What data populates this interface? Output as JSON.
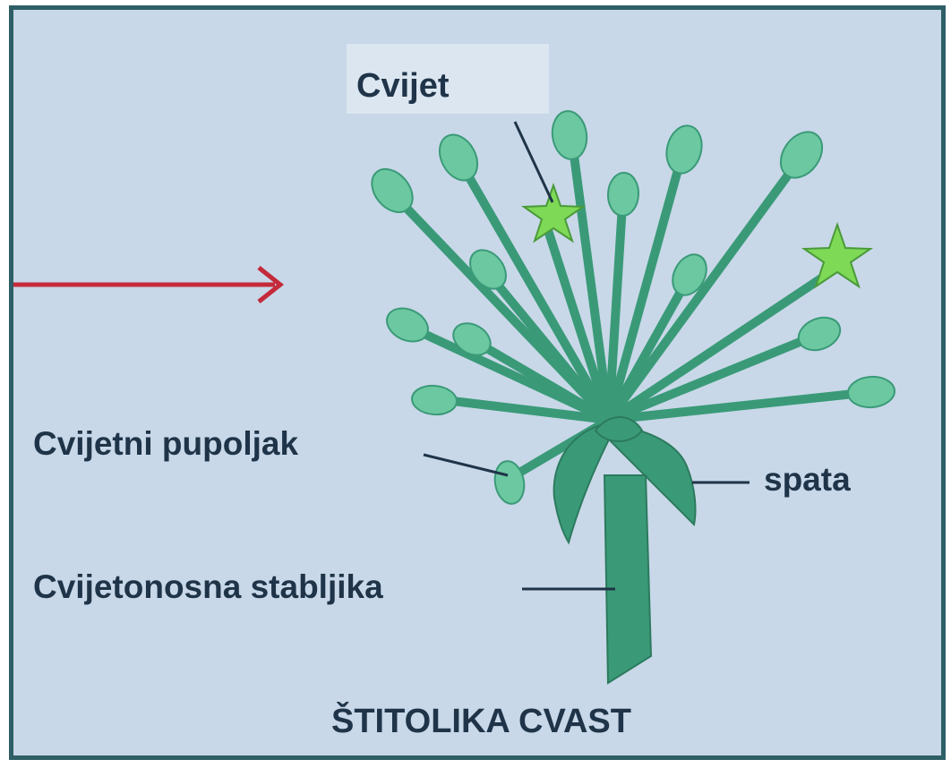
{
  "labels": {
    "flower": "Cvijet",
    "flower_bud": "Cvijetni  pupoljak",
    "spathe": "spata",
    "peduncle": "Cvijetonosna stabljika",
    "title": "ŠTITOLIKA CVAST"
  },
  "colors": {
    "background": "#c8d8e8",
    "border": "#2f5f66",
    "arrow": "#c42a3a",
    "stem": "#3a9a78",
    "bud": "#6cc8a0",
    "flower_star": "#7ed957",
    "text": "#1f3448"
  },
  "icons": {
    "arrow": "arrow-right-icon",
    "plant": "umbel-inflorescence-icon"
  }
}
